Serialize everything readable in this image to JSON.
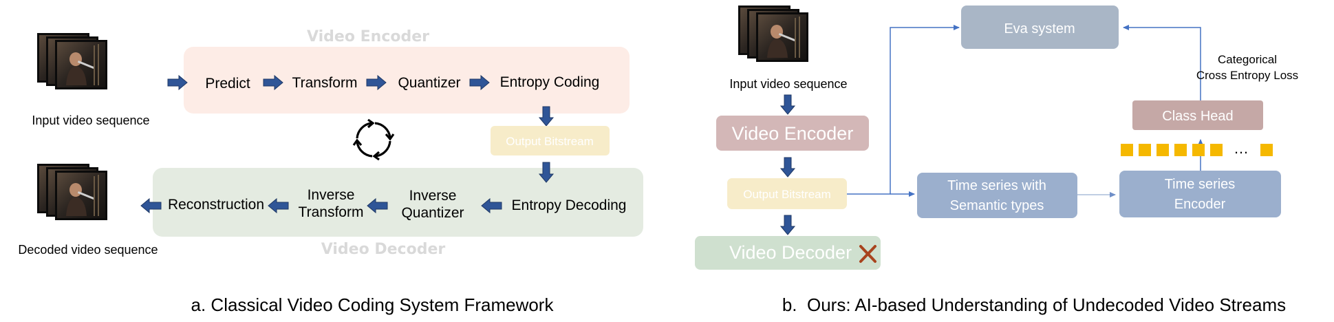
{
  "colors": {
    "encoder_bg": "#fdece6",
    "decoder_bg": "#e4ebe1",
    "bitstream_bg": "#f7ecc9",
    "bitstream_text": "#ffffff",
    "ghost_title": "#d9d9d9",
    "arrow_fill": "#2f5597",
    "arrow_stroke": "#1f3864",
    "line_blue": "#4472c4",
    "eva_bg": "#a9b6c6",
    "ts_bg": "#9bafcd",
    "classhead_bg": "#c5a8a6",
    "video_encoder_bg": "#d3b7b7",
    "video_decoder_bg": "#cfe0cf",
    "cross": "#a8441e",
    "token": "#f5b800"
  },
  "left": {
    "encoder_title": "Video Encoder",
    "decoder_title": "Video Decoder",
    "input_label": "Input video sequence",
    "decoded_label": "Decoded video sequence",
    "encoder_steps": [
      "Predict",
      "Transform",
      "Quantizer",
      "Entropy Coding"
    ],
    "bitstream_label": "Output Bitstream",
    "decoder_steps": {
      "entropy_decoding": "Entropy Decoding",
      "inverse_quantizer": [
        "Inverse",
        "Quantizer"
      ],
      "inverse_transform": [
        "Inverse",
        "Transform"
      ],
      "reconstruction": "Reconstruction"
    },
    "caption": "a. Classical Video Coding System Framework",
    "cycle_icon": "refresh-cycle-icon",
    "thumbnail_icon": "video-frames-icon"
  },
  "right": {
    "input_label": "Input video sequence",
    "video_encoder": "Video Encoder",
    "bitstream_label": "Output Bitstream",
    "video_decoder": "Video Decoder",
    "eva_system": "Eva system",
    "loss_label": [
      "Categorical",
      "Cross Entropy Loss"
    ],
    "class_head": "Class Head",
    "ellipsis": "…",
    "ts_semantic": [
      "Time series with",
      "Semantic types"
    ],
    "ts_encoder": [
      "Time series",
      "Encoder"
    ],
    "caption": "b.  Ours: AI-based Understanding of Undecoded Video Streams",
    "cross_icon": "cross-icon",
    "thumbnail_icon": "video-frames-icon"
  }
}
